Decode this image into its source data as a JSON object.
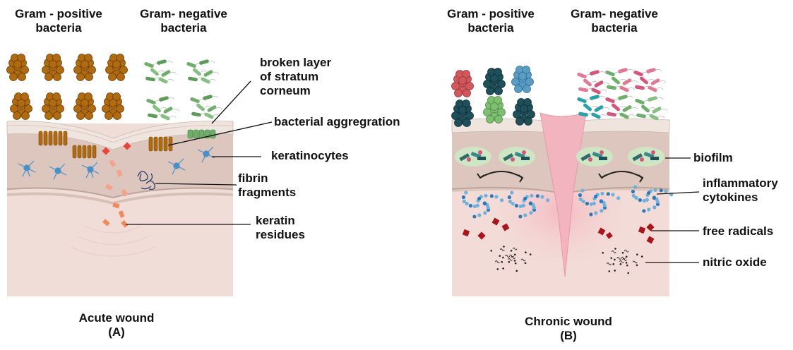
{
  "panel_a": {
    "gram_positive": "Gram - positive\nbacteria",
    "gram_negative": "Gram- negative\nbacteria",
    "labels": {
      "stratum": "broken layer\nof stratum\ncorneum",
      "aggregation": "bacterial aggregration",
      "keratinocytes": "keratinocytes",
      "fibrin": "fibrin\nfragments",
      "keratin": "keratin\nresidues"
    },
    "caption": "Acute wound",
    "caption_letter": "(A)"
  },
  "panel_b": {
    "gram_positive": "Gram - positive\nbacteria",
    "gram_negative": "Gram- negative\nbacteria",
    "labels": {
      "biofilm": "biofilm",
      "cytokines": "inflammatory\ncytokines",
      "radicals": "free radicals",
      "nitric": "nitric oxide"
    },
    "caption": "Chronic wound",
    "caption_letter": "(B)"
  },
  "colors": {
    "skin_top": "#efe2dc",
    "skin_mid": "#d8c2b9",
    "dermis": "#f2dcd7",
    "wound": "#f2b5bf",
    "brown_bacteria": "#b06a10",
    "green_bacteria": "#6fae6a",
    "red_marker": "#c0392b",
    "orange_residue": "#f08a5d",
    "blue_cell": "#4a90c8"
  }
}
